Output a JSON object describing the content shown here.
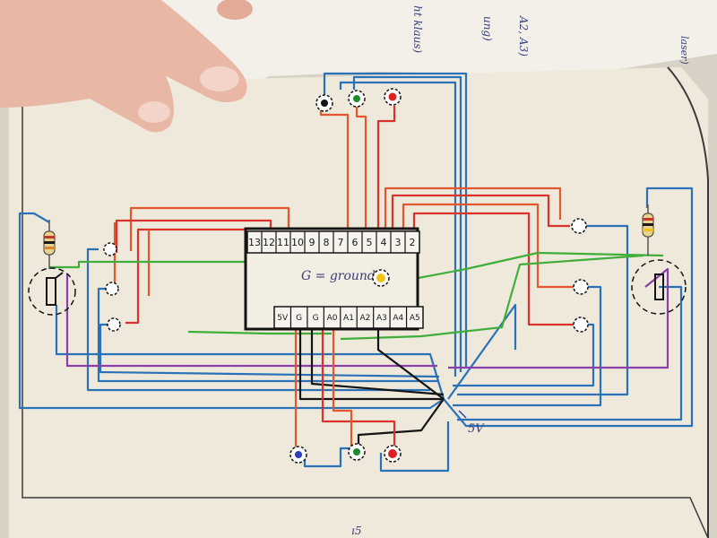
{
  "colors": {
    "paper": "#efe9dc",
    "orange_wire": "#e0582c",
    "red_wire": "#d9342b",
    "blue_wire": "#2a72b8",
    "black_wire": "#141414",
    "green_wire": "#3fae3a",
    "purple_wire": "#8b3fa8",
    "led_red": "#e02020",
    "led_green": "#1f8a2a",
    "led_blue": "#2a3fb8",
    "led_yellow": "#f2c21b",
    "led_black": "#151515"
  },
  "margin_notes": {
    "note1": "laser)",
    "note2": "A2, A3)",
    "note3": "ung)",
    "note4": "ht klaus)"
  },
  "board": {
    "top_pins": [
      "13",
      "12",
      "11",
      "10",
      "9",
      "8",
      "7",
      "6",
      "5",
      "4",
      "3",
      "2"
    ],
    "bottom_pins": [
      "5V",
      "G",
      "G",
      "A0",
      "A1",
      "A2",
      "A3",
      "A4",
      "A5"
    ],
    "legend": "G = ground"
  },
  "annotations": {
    "ground_mark": "5V"
  },
  "icons": [
    "led-icon",
    "resistor-icon",
    "joystick-icon",
    "button-icon"
  ]
}
